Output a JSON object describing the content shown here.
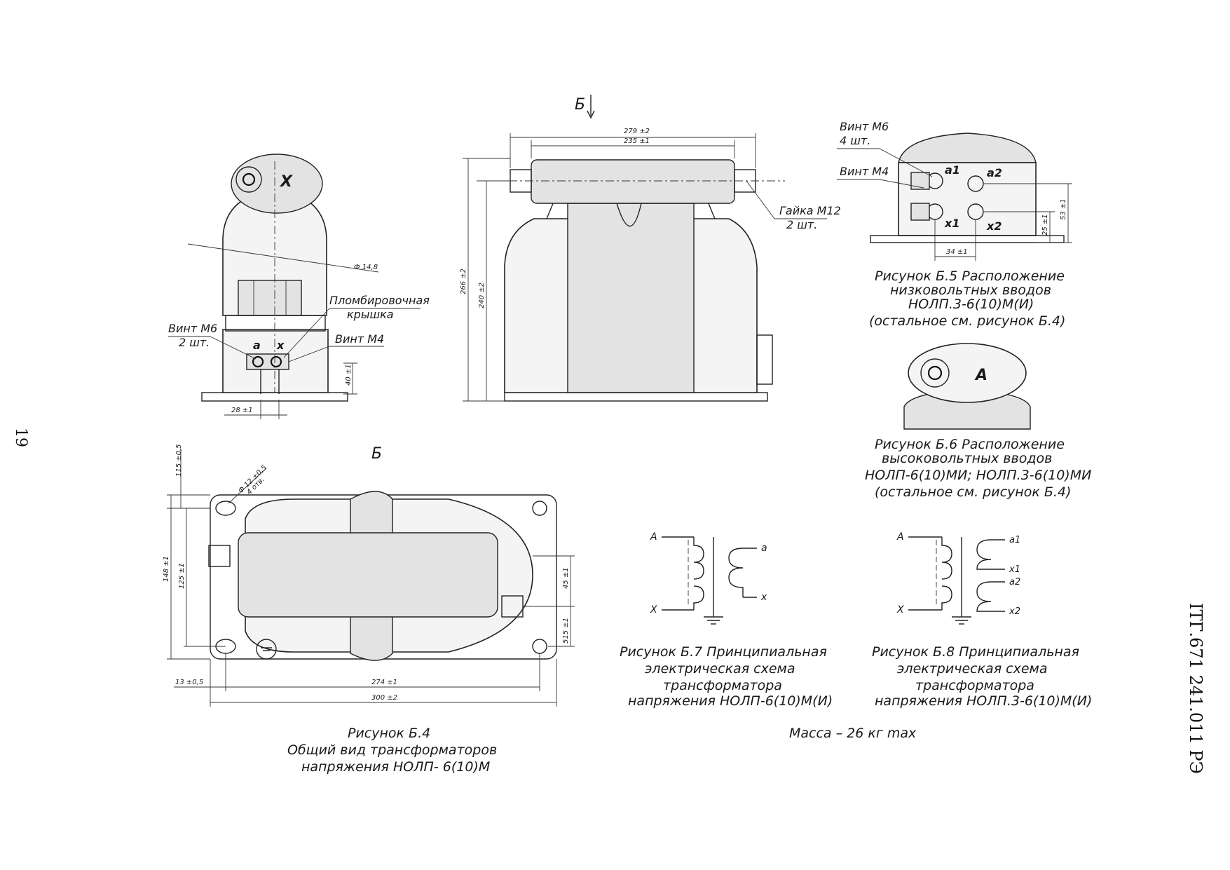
{
  "page": {
    "number": "19",
    "doc_code": "ІТГ.671 241.011 РЭ"
  },
  "views": {
    "arrow_label": "Б",
    "plan_label": "Б",
    "left": {
      "terminal_x": "Х",
      "cover_label": "Пломбировочная",
      "cover_label2": "крышка",
      "screw_m6": "Винт М6",
      "screw_m6_qty": "2 шт.",
      "screw_m4": "Винт М4",
      "term_a": "а",
      "term_x": "х",
      "dim_diameter": "Ф 14,8",
      "dim_height": "40 ±1",
      "dim_width": "28 ±1"
    },
    "front": {
      "dim_top_outer": "279 ±2",
      "dim_top_inner": "235 ±1",
      "dim_h_outer": "266 ±2",
      "dim_h_inner": "240 ±2",
      "nut_label": "Гайка М12",
      "nut_qty": "2 шт."
    },
    "plan": {
      "dim_115": "115 ±0,5",
      "dim_148": "148 ±1",
      "dim_125": "125 ±1",
      "dim_45": "45 ±1",
      "dim_515": "515 ±1",
      "dim_13": "13 ±0,5",
      "dim_274": "274 ±1",
      "dim_300": "300 ±2",
      "dim_holes": "Ф 12 ±0,5",
      "dim_holes_qty": "4 отв."
    }
  },
  "fig_b5": {
    "screw_m6": "Винт М6",
    "screw_m6_qty": "4 шт.",
    "screw_m4": "Винт М4",
    "terminals": [
      "а1",
      "а2",
      "х1",
      "х2"
    ],
    "dim_53": "53 ±1",
    "dim_25": "25 ±1",
    "dim_34": "34 ±1",
    "caption": [
      "Рисунок Б.5 Расположение",
      "низковольтных вводов",
      "НОЛП.3-6(10)М(И)",
      "(остальное см. рисунок Б.4)"
    ]
  },
  "fig_b6": {
    "terminal": "А",
    "caption": [
      "Рисунок Б.6 Расположение",
      "высоковольтных вводов",
      "НОЛП-6(10)МИ; НОЛП.3-6(10)МИ",
      "(остальное см. рисунок Б.4)"
    ]
  },
  "fig_b4": {
    "caption": [
      "Рисунок Б.4",
      "Общий вид трансформаторов",
      "напряжения НОЛП- 6(10)М"
    ]
  },
  "fig_b7": {
    "primary": [
      "А",
      "Х"
    ],
    "secondary": [
      "а",
      "х"
    ],
    "caption": [
      "Рисунок Б.7 Принципиальная",
      "электрическая схема",
      "трансформатора",
      "напряжения НОЛП-6(10)М(И)"
    ]
  },
  "fig_b8": {
    "primary": [
      "А",
      "Х"
    ],
    "secondary": [
      "а1",
      "х1",
      "а2",
      "х2"
    ],
    "caption": [
      "Рисунок Б.8 Принципиальная",
      "электрическая схема",
      "трансформатора",
      "напряжения НОЛП.3-6(10)М(И)"
    ]
  },
  "mass": "Масса – 26 кг max"
}
